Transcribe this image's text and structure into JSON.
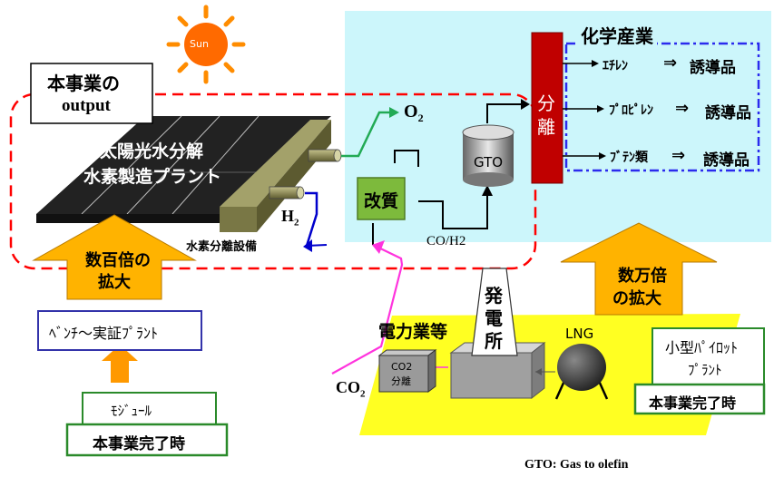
{
  "sun": {
    "label": "Sun"
  },
  "scope": {
    "line1": "本事業の",
    "line2": "output"
  },
  "plant": {
    "line1": "太陽光水分解",
    "line2": "水素製造プラント"
  },
  "separation_equipment": "水素分離設備",
  "o2": {
    "base": "O",
    "sub": "2"
  },
  "h2": {
    "base": "H",
    "sub": "2"
  },
  "co2": {
    "base": "CO",
    "sub": "2"
  },
  "gto_tank": "GTO",
  "reforming": "改質",
  "syngas": "CO/H2",
  "separator": {
    "line1": "分",
    "line2": "離"
  },
  "chemical_industry": {
    "title": "化学産業",
    "products": [
      {
        "name": "ｴﾁﾚﾝ",
        "arrow": "⇒",
        "derivative": "誘導品"
      },
      {
        "name": "ﾌﾟﾛﾋﾟﾚﾝ",
        "arrow": "⇒",
        "derivative": "誘導品"
      },
      {
        "name": "ﾌﾞﾃﾝ類",
        "arrow": "⇒",
        "derivative": "誘導品"
      }
    ]
  },
  "scale_up_hundreds": {
    "line1": "数百倍の",
    "line2": "拡大"
  },
  "scale_up_tens_of_thousands": {
    "line1": "数万倍",
    "line2": "の拡大"
  },
  "bench_plant": "ﾍﾞﾝﾁ～実証ﾌﾟﾗﾝﾄ",
  "module": "ﾓｼﾞｭｰﾙ",
  "completion_left": "本事業完了時",
  "pilot_plant": {
    "line1": "小型ﾊﾟｲﾛｯﾄ",
    "line2": "ﾌﾟﾗﾝﾄ"
  },
  "completion_right": "本事業完了時",
  "power_industry": {
    "title": "電力業等",
    "power_station": {
      "line1": "発",
      "line2": "電",
      "line3": "所"
    },
    "co2_separation": {
      "line1": "CO2",
      "line2": "分離"
    },
    "lng": "LNG"
  },
  "footnote": "GTO:   Gas to olefin",
  "colors": {
    "cyan_panel": "#ccf6fb",
    "yellow_panel": "#ffff22",
    "red_dash": "#ff0000",
    "separator_red": "#c00000",
    "reform_green": "#7dba3c",
    "arrow_orange": "#ffb300",
    "green_border": "#2a8a2a",
    "blue_border": "#2b2bcc",
    "magenta": "#ff33dd",
    "o2_green": "#22aa55",
    "h2_blue": "#0000cc"
  }
}
